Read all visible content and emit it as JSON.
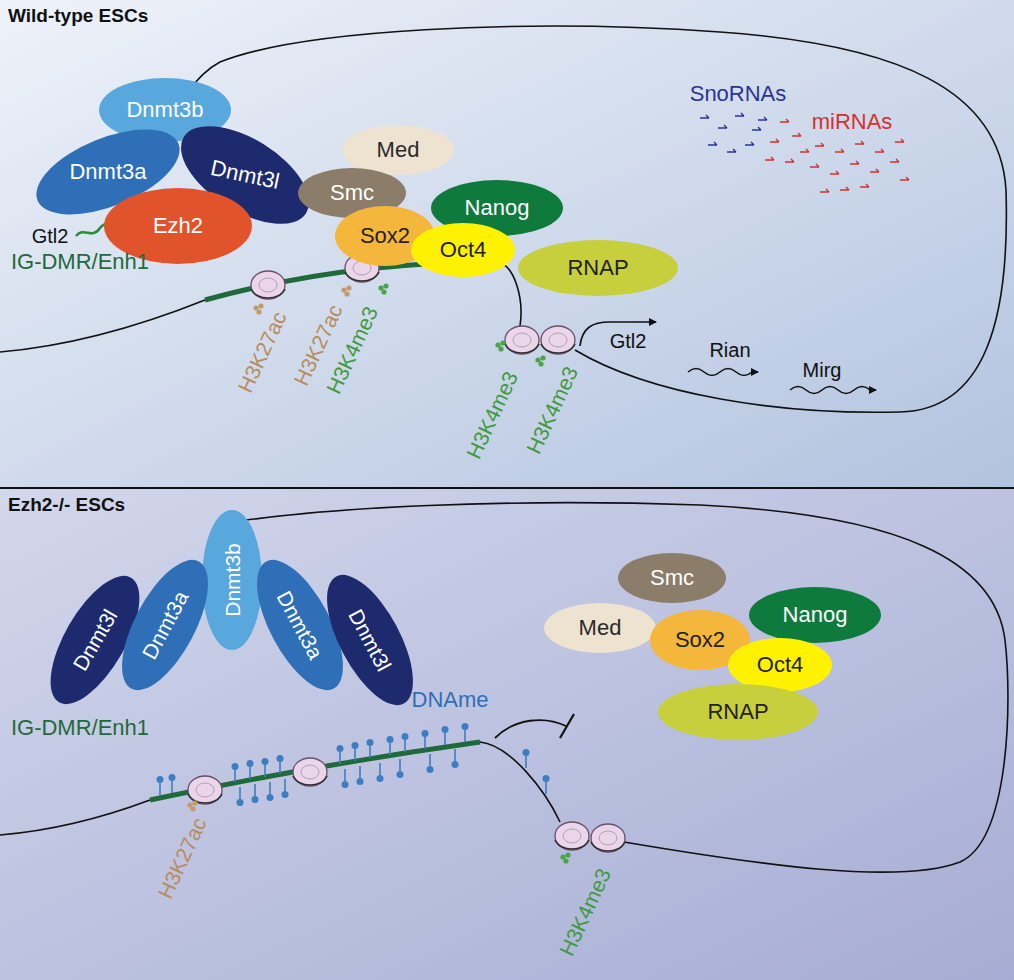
{
  "diagram": {
    "nodes": [
      {
        "text": [
          "Wild-type ESCs"
        ]
      },
      {
        "text": [
          "Dnmt3b"
        ],
        "in": 0
      },
      {
        "text": [
          "Dnmt3a"
        ],
        "in": 0
      },
      {
        "text": [
          "Dnmt3l"
        ],
        "in": 0
      },
      {
        "text": [
          "Ezh2"
        ],
        "in": 0
      },
      {
        "text": [
          "Med"
        ],
        "in": 0
      },
      {
        "text": [
          "Smc"
        ],
        "in": 0
      },
      {
        "text": [
          "Nanog"
        ],
        "in": 0
      },
      {
        "text": [
          "Sox2"
        ],
        "in": 0
      },
      {
        "text": [
          "Oct4"
        ],
        "in": 0
      },
      {
        "text": [
          "RNAP"
        ],
        "in": 0
      },
      {
        "text": [
          "Ezh2-/- ESCs"
        ]
      },
      {
        "text": [
          "Dnmt3b"
        ],
        "in": 11
      },
      {
        "text": [
          "Dnmt3l"
        ],
        "in": 11
      },
      {
        "text": [
          "Dnmt3a"
        ],
        "in": 11
      },
      {
        "text": [
          "Dnmt3a"
        ],
        "in": 11
      },
      {
        "text": [
          "Dnmt3l"
        ],
        "in": 11
      },
      {
        "text": [
          "Smc"
        ],
        "in": 11
      },
      {
        "text": [
          "Med"
        ],
        "in": 11
      },
      {
        "text": [
          "Sox2"
        ],
        "in": 11
      },
      {
        "text": [
          "Nanog"
        ],
        "in": 11
      },
      {
        "text": [
          "Oct4"
        ],
        "in": 11
      },
      {
        "text": [
          "RNAP"
        ],
        "in": 11
      }
    ],
    "labels": [
      "Gtl2",
      "IG-DMR/Enh1",
      "H3K27ac",
      "H3K27ac",
      "H3K4me3",
      "H3K4me3",
      "H3K4me3",
      "SnoRNAs",
      "miRNAs",
      "Gtl2",
      "Rian",
      "Mirg",
      "IG-DMR/Enh1",
      "DNAme",
      "H3K27ac",
      "H3K4me3"
    ]
  }
}
